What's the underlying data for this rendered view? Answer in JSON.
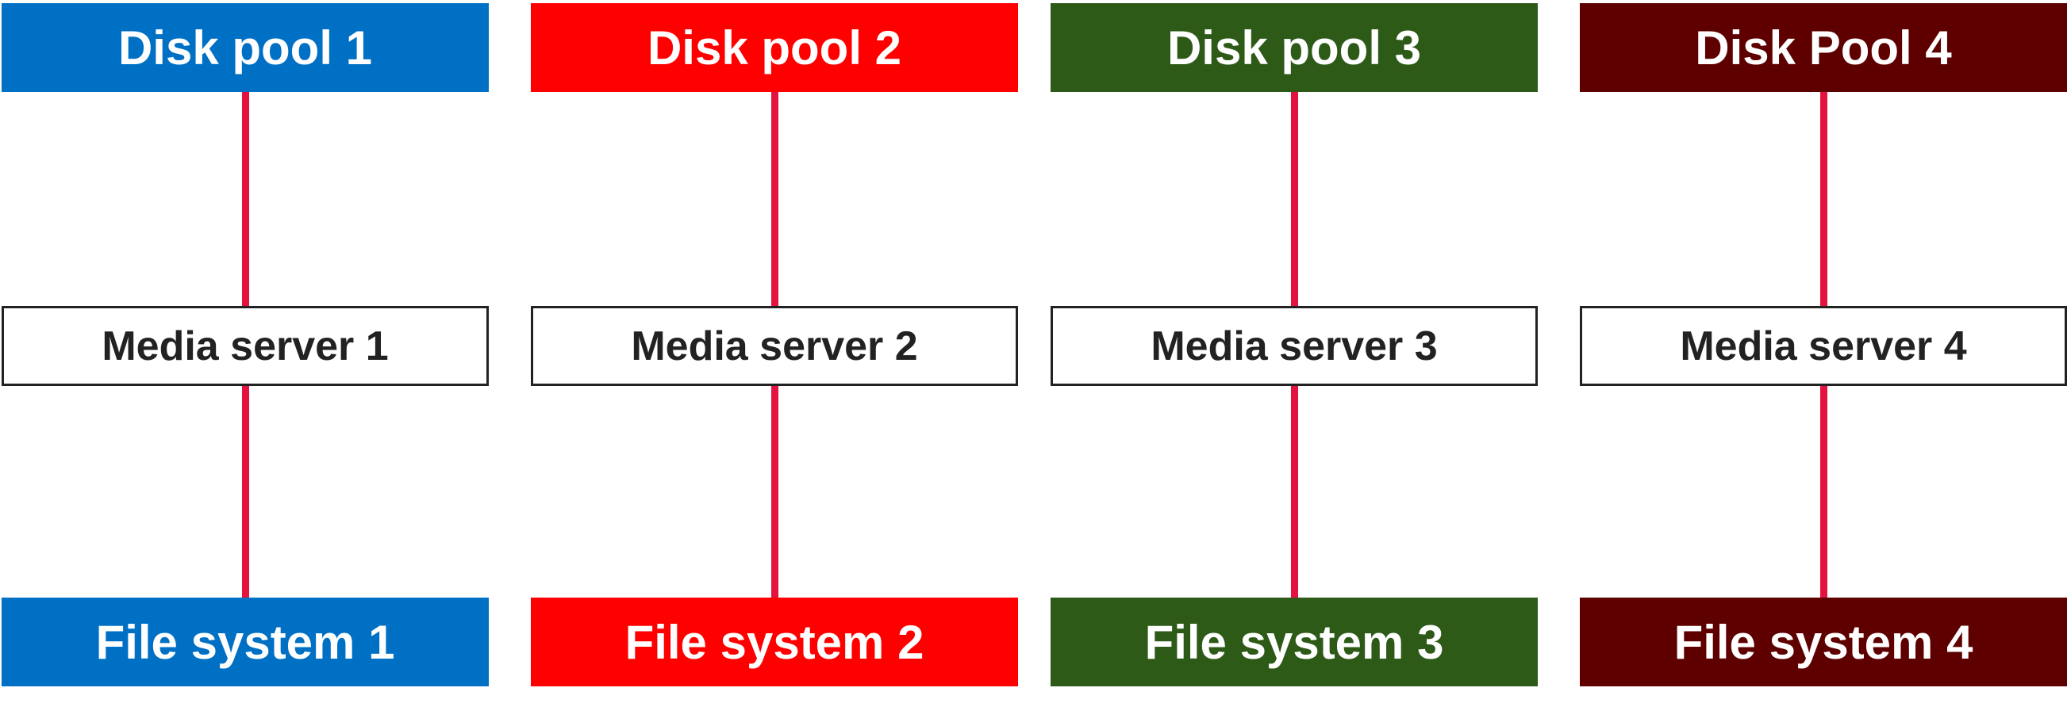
{
  "diagram": {
    "connector_color": "#E4123F",
    "columns": [
      {
        "disk_pool": "Disk pool 1",
        "media_server": "Media server 1",
        "file_system": "File system 1",
        "color": "#0070C5"
      },
      {
        "disk_pool": "Disk pool 2",
        "media_server": "Media server 2",
        "file_system": "File system 2",
        "color": "#FF0000"
      },
      {
        "disk_pool": "Disk pool 3",
        "media_server": "Media server 3",
        "file_system": "File system 3",
        "color": "#2E5A18"
      },
      {
        "disk_pool": "Disk Pool 4",
        "media_server": "Media server 4",
        "file_system": "File system 4",
        "color": "#5E0000"
      }
    ]
  }
}
